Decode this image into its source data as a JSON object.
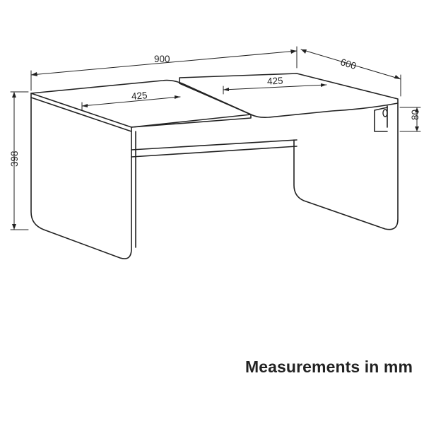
{
  "dimensions": {
    "total_width": "900",
    "depth": "600",
    "left_top_width": "425",
    "right_top_width": "425",
    "height": "398",
    "drawer_height": "80"
  },
  "caption": "Measurements in mm"
}
